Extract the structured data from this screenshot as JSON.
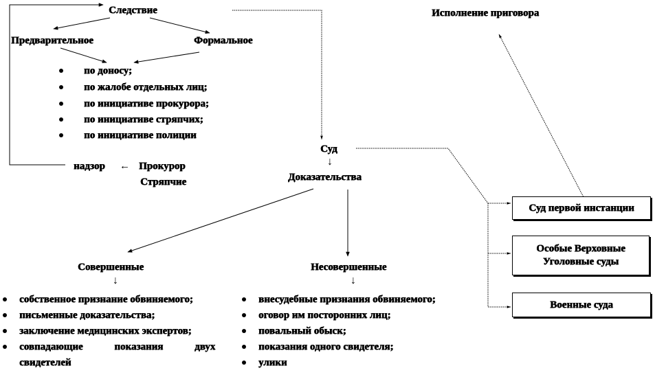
{
  "nodes": {
    "investigation": "Следствие",
    "preliminary": "Предварительное",
    "formal": "Формальное",
    "supervision": "надзор",
    "supervision_arrow": "←",
    "prosecutor": "Прокурор",
    "attorneys": "Стряпчие",
    "court": "Суд",
    "evidence": "Доказательства",
    "execution": "Исполнение приговора",
    "complete": "Совершенные",
    "incomplete": "Несовершенные",
    "down_arrow": "↓"
  },
  "grounds": [
    "по доносу;",
    "по жалобе отдельных лиц;",
    "по инициативе прокурора;",
    "по инициативе стряпчих;",
    "по инициативе полиции"
  ],
  "complete_items": [
    "собственное признание обвиняемого;",
    "письменные доказательства;",
    "заключение медицинских экспертов;",
    "совпадающие показания двух",
    "свидетелей"
  ],
  "incomplete_items": [
    "внесудебные признания обвиняемого;",
    "оговор им посторонних лиц;",
    "повальный обыск;",
    "показания одного свидетеля;",
    "улики"
  ],
  "courts": [
    "Суд первой инстанции",
    "Особые Верховные Уголовные суды",
    "Военные суда"
  ]
}
